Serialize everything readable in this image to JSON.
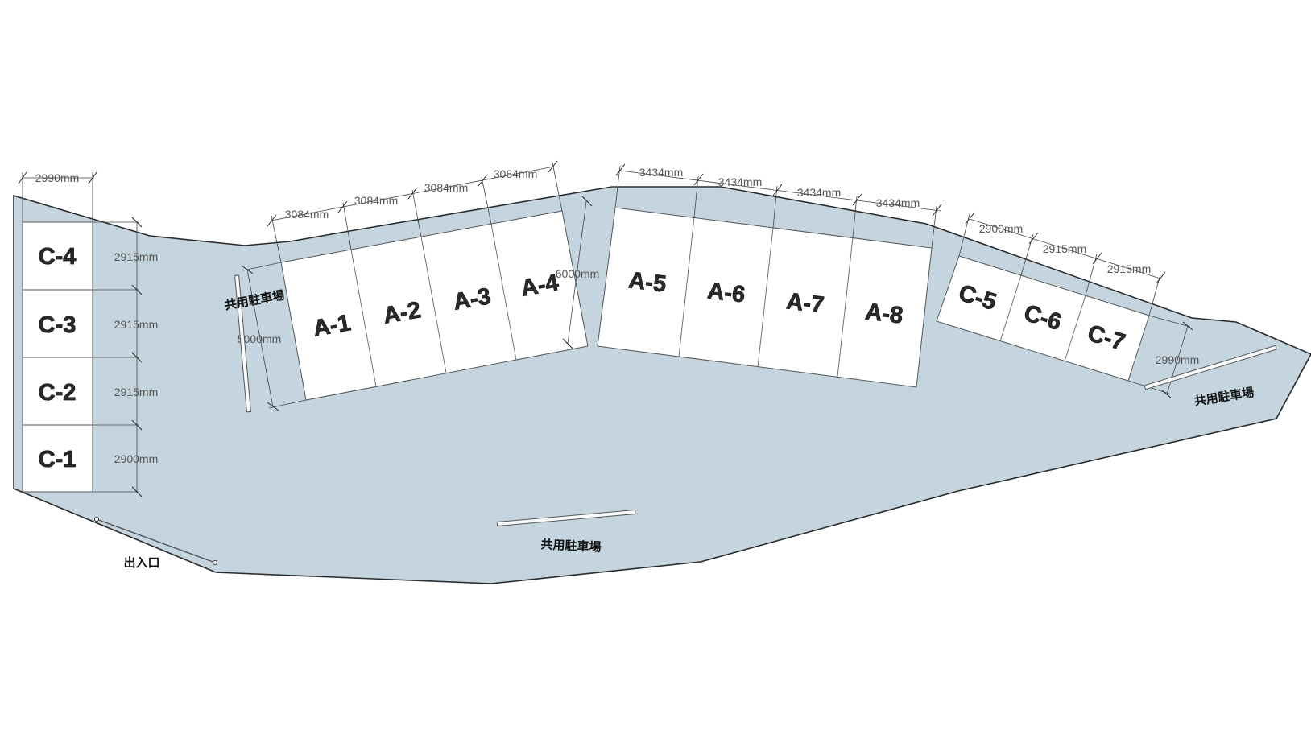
{
  "spaces": {
    "c4": "C-4",
    "c3": "C-3",
    "c2": "C-2",
    "c1": "C-1",
    "a1": "A-1",
    "a2": "A-2",
    "a3": "A-3",
    "a4": "A-4",
    "a5": "A-5",
    "a6": "A-6",
    "a7": "A-7",
    "a8": "A-8",
    "c5": "C-5",
    "c6": "C-6",
    "c7": "C-7"
  },
  "dimensions": {
    "left_width": "2990mm",
    "c4_depth": "2915mm",
    "c3_depth": "2915mm",
    "c2_depth": "2915mm",
    "c1_depth": "2900mm",
    "a1_width": "3084mm",
    "a2_width": "3084mm",
    "a3_width": "3084mm",
    "a4_width": "3084mm",
    "a_left_depth": "5000mm",
    "a_mid_depth": "6000mm",
    "a5_width": "3434mm",
    "a6_width": "3434mm",
    "a7_width": "3434mm",
    "a8_width": "3434mm",
    "c5_width": "2900mm",
    "c6_width": "2915mm",
    "c7_width": "2915mm",
    "c_right_depth": "2990mm"
  },
  "labels": {
    "shared_parking_left": "共用駐車場",
    "shared_parking_bottom": "共用駐車場",
    "shared_parking_right": "共用駐車場",
    "entrance": "出入口"
  },
  "colors": {
    "lot_fill": "#c5d5e0",
    "space_fill": "#ffffff"
  }
}
